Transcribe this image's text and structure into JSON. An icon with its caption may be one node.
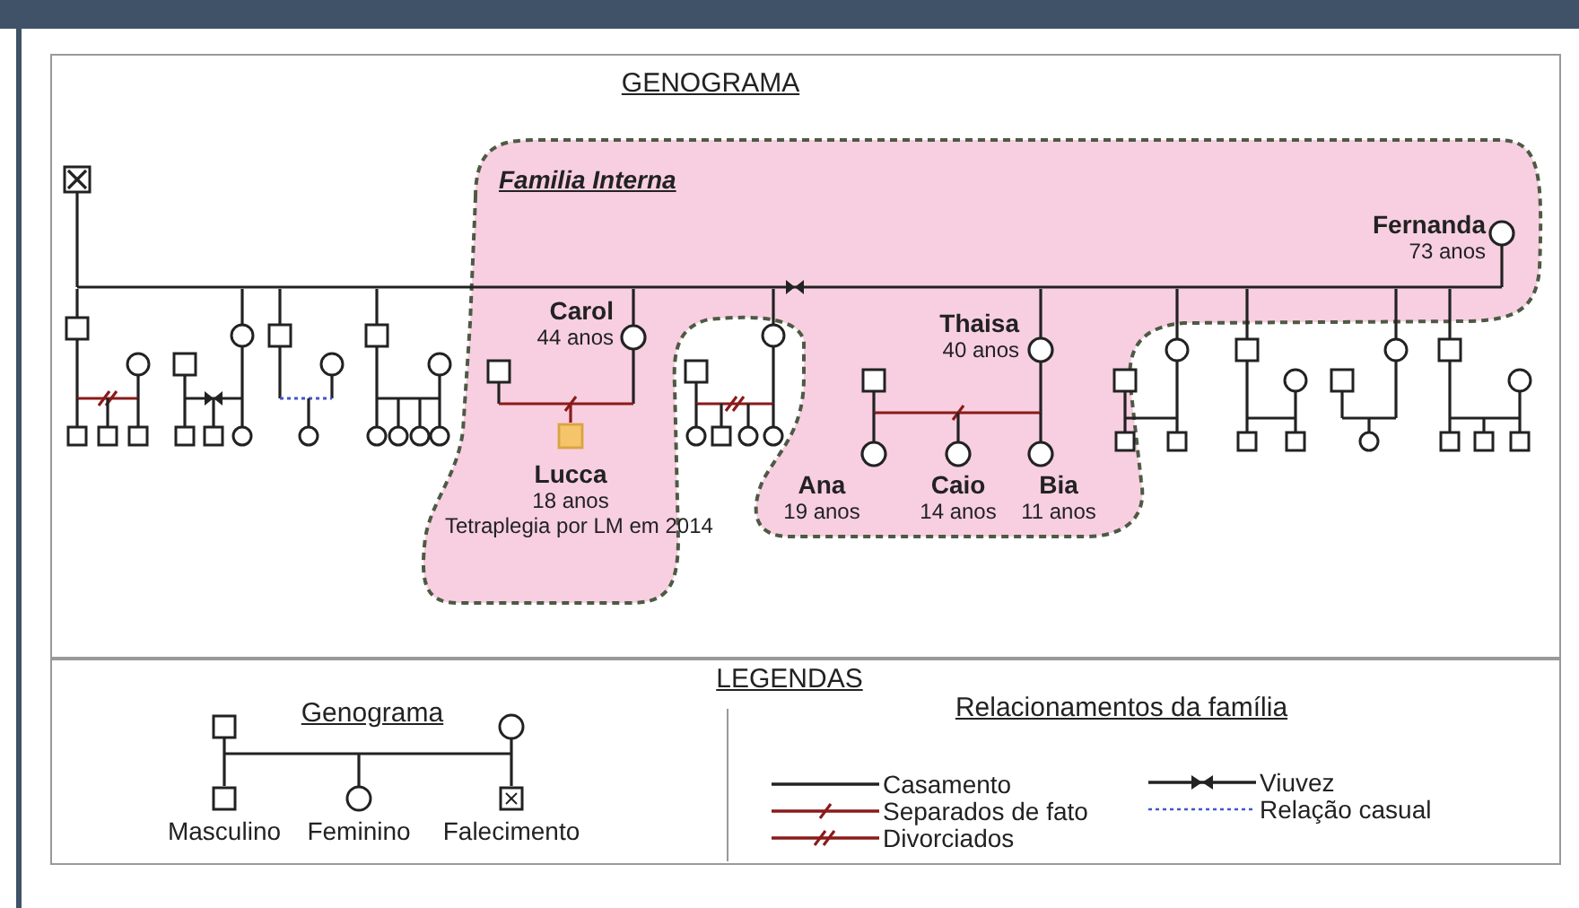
{
  "diagram": {
    "title": "GENOGRAMA",
    "nodes": [
      {
        "text": [
          "Familia Interna"
        ]
      },
      {
        "text": [
          "Fernanda",
          "73 anos"
        ],
        "in": 0
      },
      {
        "text": [
          "Carol",
          "44 anos"
        ],
        "in": 0
      },
      {
        "text": [
          "Lucca",
          "18 anos",
          "Tetraplegia por LM em 2014"
        ],
        "in": 0
      },
      {
        "text": [
          "Thaisa",
          "40 anos"
        ],
        "in": 0
      },
      {
        "text": [
          "Ana",
          "19 anos"
        ],
        "in": 0
      },
      {
        "text": [
          "Caio",
          "14 anos"
        ],
        "in": 0
      },
      {
        "text": [
          "Bia",
          "11 anos"
        ],
        "in": 0
      }
    ],
    "labels": [
      "LEGENDAS",
      "Genograma",
      "Relacionamentos da família"
    ],
    "legend": [
      {
        "text": "Masculino"
      },
      {
        "text": "Feminino"
      },
      {
        "text": "Falecimento"
      },
      {
        "text": "Casamento"
      },
      {
        "text": "Separados de fato"
      },
      {
        "text": "Divorciados"
      },
      {
        "text": "Viuvez"
      },
      {
        "text": "Relação casual"
      }
    ]
  }
}
